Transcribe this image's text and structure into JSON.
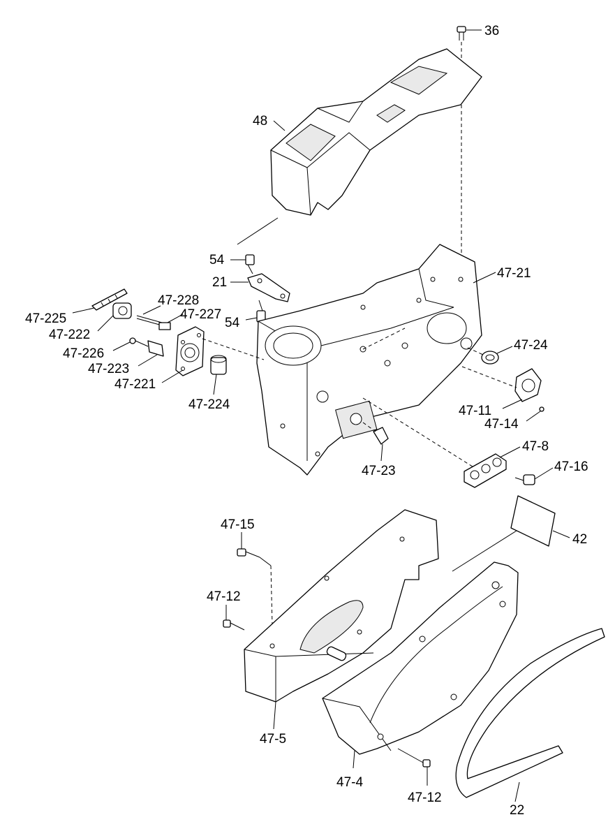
{
  "callouts": {
    "p36": "36",
    "p48": "48",
    "p54a": "54",
    "p21": "21",
    "p54b": "54",
    "p47_21": "47-21",
    "p47_225": "47-225",
    "p47_228": "47-228",
    "p47_227": "47-227",
    "p47_222": "47-222",
    "p47_226": "47-226",
    "p47_223": "47-223",
    "p47_221": "47-221",
    "p47_224": "47-224",
    "p47_24": "47-24",
    "p47_11": "47-11",
    "p47_14": "47-14",
    "p47_23": "47-23",
    "p47_8": "47-8",
    "p47_16": "47-16",
    "p42": "42",
    "p47_15": "47-15",
    "p47_12a": "47-12",
    "p47_5": "47-5",
    "p47_4": "47-4",
    "p47_12b": "47-12",
    "p22": "22"
  }
}
